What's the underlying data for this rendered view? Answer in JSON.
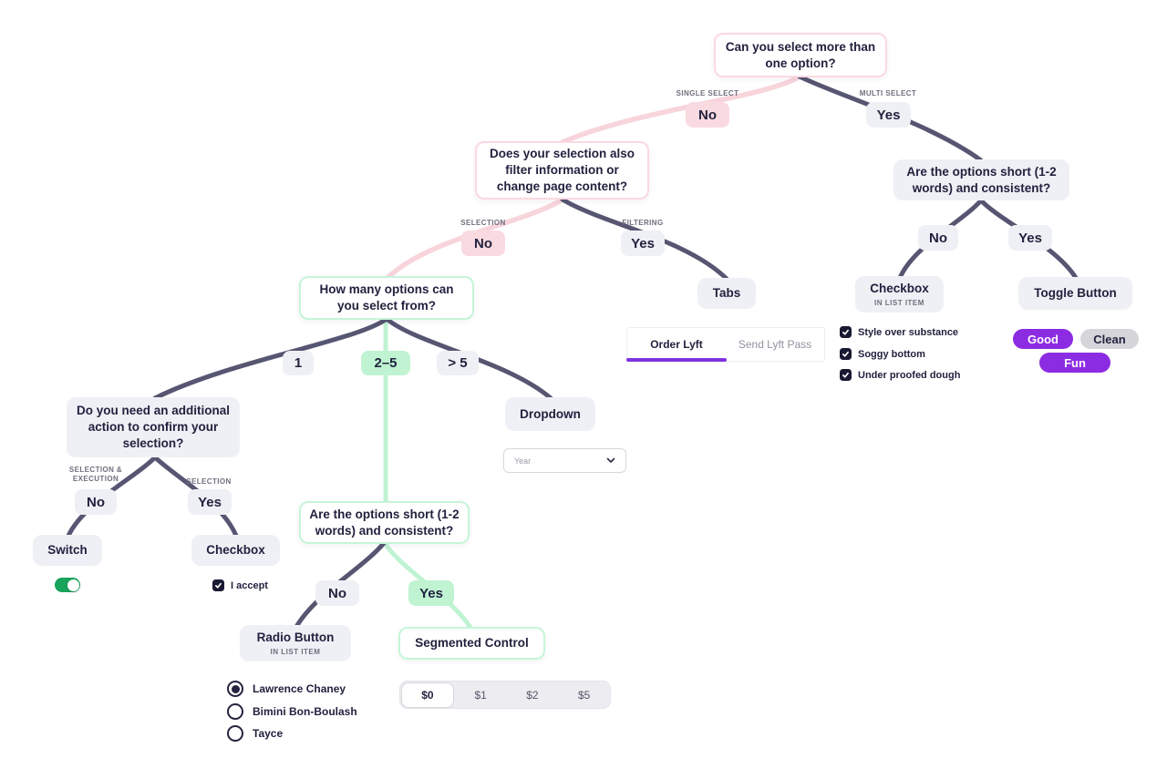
{
  "palette": {
    "dark_line": "#565672",
    "pink_line": "#f8d4db",
    "green_line": "#bff3d2",
    "node_gray": "#eef0f5",
    "text_dark": "#22223f",
    "tag_gray": "#6f6f7e",
    "purple": "#8c2ce2",
    "tab_underline": "#7e33e0",
    "switch_green": "#18a45c",
    "control_navy": "#191934"
  },
  "nodes": {
    "root": {
      "title": "Can you select more than\none option?"
    },
    "filter_question": {
      "title": "Does your selection also\nfilter information or\nchange page content?"
    },
    "how_many_question": {
      "title": "How many options can\nyou select from?"
    },
    "options_short_right": {
      "title": "Are the options short (1-2\nwords) and consistent?"
    },
    "options_short_mid": {
      "title": "Are the options short (1-2\nwords) and consistent?"
    },
    "confirm_question": {
      "title": "Do you need an additional\naction to confirm your\nselection?"
    },
    "tabs": {
      "title": "Tabs"
    },
    "checkbox_list": {
      "title": "Checkbox",
      "subtitle": "IN LIST ITEM"
    },
    "toggle_button": {
      "title": "Toggle Button"
    },
    "dropdown": {
      "title": "Dropdown"
    },
    "switch": {
      "title": "Switch"
    },
    "checkbox": {
      "title": "Checkbox"
    },
    "radio_button": {
      "title": "Radio Button",
      "subtitle": "IN LIST ITEM"
    },
    "segmented_control": {
      "title": "Segmented Control"
    }
  },
  "branches": {
    "single_no": {
      "tag": "SINGLE SELECT",
      "label": "No"
    },
    "multi_yes": {
      "tag": "MULTI SELECT",
      "label": "Yes"
    },
    "selection_no": {
      "tag": "SELECTION",
      "label": "No"
    },
    "filtering_yes": {
      "tag": "FILTERING",
      "label": "Yes"
    },
    "one": {
      "label": "1"
    },
    "two_to_five": {
      "label": "2–5"
    },
    "more_than_five": {
      "label": "> 5"
    },
    "selection_execution_no": {
      "tag": "SELECTION &\nEXECUTION",
      "label": "No"
    },
    "selection_yes": {
      "tag": "SELECTION",
      "label": "Yes"
    },
    "mid_no": {
      "label": "No"
    },
    "mid_yes": {
      "label": "Yes"
    },
    "right_no": {
      "label": "No"
    },
    "right_yes": {
      "label": "Yes"
    }
  },
  "examples": {
    "tabs": {
      "items": [
        {
          "label": "Order Lyft",
          "active": true
        },
        {
          "label": "Send Lyft Pass",
          "active": false
        }
      ]
    },
    "checkbox_list": {
      "items": [
        "Style over substance",
        "Soggy bottom",
        "Under proofed dough"
      ],
      "checked": [
        true,
        true,
        true
      ]
    },
    "toggle_pills": [
      {
        "label": "Good",
        "style": "purple"
      },
      {
        "label": "Clean",
        "style": "gray"
      },
      {
        "label": "Fun",
        "style": "purple"
      }
    ],
    "dropdown": {
      "placeholder": "Year"
    },
    "switch": {
      "on": true
    },
    "checkbox": {
      "label": "I accept",
      "checked": true
    },
    "radio_group": [
      {
        "label": "Lawrence Chaney",
        "selected": true
      },
      {
        "label": "Bimini Bon-Boulash",
        "selected": false
      },
      {
        "label": "Tayce",
        "selected": false
      }
    ],
    "segmented": {
      "options": [
        "$0",
        "$1",
        "$2",
        "$5"
      ],
      "selected_index": 0
    }
  }
}
